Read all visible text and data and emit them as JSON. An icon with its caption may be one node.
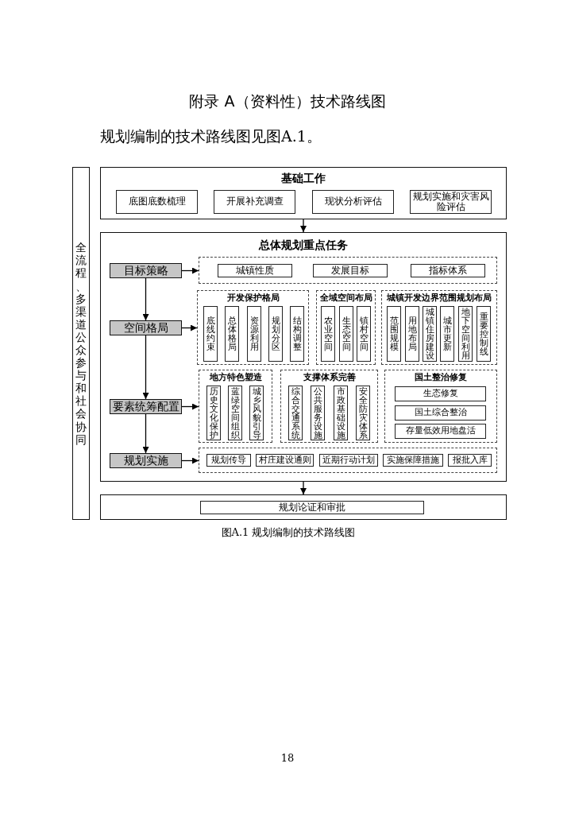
{
  "diagram": {
    "title": "附录 A（资料性）技术路线图",
    "caption": "图A.1 规划编制的技术路线图",
    "nodes": [
      {
        "text": [
          "全流程、多渠道公众参与和社会协同"
        ]
      },
      {
        "text": [
          "基础工作"
        ]
      },
      {
        "text": [
          "底图底数梳理"
        ],
        "in": 1
      },
      {
        "text": [
          "开展补充调查"
        ],
        "in": 1
      },
      {
        "text": [
          "现状分析评估"
        ],
        "in": 1
      },
      {
        "text": [
          "规划实施和灾害风险评估"
        ],
        "in": 1
      },
      {
        "text": [
          "总体规划重点任务"
        ]
      },
      {
        "text": [
          "目标策略"
        ],
        "in": 6
      },
      {
        "text": [],
        "shape": "box",
        "in": 6
      },
      {
        "text": [
          "城镇性质"
        ],
        "in": 8
      },
      {
        "text": [
          "发展目标"
        ],
        "in": 8
      },
      {
        "text": [
          "指标体系"
        ],
        "in": 8
      },
      {
        "text": [
          "空间格局"
        ],
        "in": 6
      },
      {
        "text": [
          "开发保护格局"
        ],
        "in": 6
      },
      {
        "text": [
          "底线约束"
        ],
        "in": 13
      },
      {
        "text": [
          "总体格局"
        ],
        "in": 13
      },
      {
        "text": [
          "资源利用"
        ],
        "in": 13
      },
      {
        "text": [
          "规划分区"
        ],
        "in": 13
      },
      {
        "text": [
          "结构调整"
        ],
        "in": 13
      },
      {
        "text": [
          "全域空间布局"
        ],
        "in": 6
      },
      {
        "text": [
          "农业空间"
        ],
        "in": 19
      },
      {
        "text": [
          "生态空间"
        ],
        "in": 19
      },
      {
        "text": [
          "镇村空间"
        ],
        "in": 19
      },
      {
        "text": [
          "城镇开发边界范围规划布局"
        ],
        "in": 6
      },
      {
        "text": [
          "范围规模"
        ],
        "in": 23
      },
      {
        "text": [
          "用地布局"
        ],
        "in": 23
      },
      {
        "text": [
          "城镇住房建设"
        ],
        "in": 23
      },
      {
        "text": [
          "城市更新"
        ],
        "in": 23
      },
      {
        "text": [
          "地下空间利用"
        ],
        "in": 23
      },
      {
        "text": [
          "重要控制线"
        ],
        "in": 23
      },
      {
        "text": [
          "要素统筹配置"
        ],
        "in": 6
      },
      {
        "text": [
          "地方特色塑造"
        ],
        "in": 6
      },
      {
        "text": [
          "历史文化保护"
        ],
        "in": 31
      },
      {
        "text": [
          "蓝绿空间组织"
        ],
        "in": 31
      },
      {
        "text": [
          "城乡风貌引导"
        ],
        "in": 31
      },
      {
        "text": [
          "支撑体系完善"
        ],
        "in": 6
      },
      {
        "text": [
          "综合交通系统"
        ],
        "in": 35
      },
      {
        "text": [
          "公共服务设施"
        ],
        "in": 35
      },
      {
        "text": [
          "市政基础设施"
        ],
        "in": 35
      },
      {
        "text": [
          "安全防灾体系"
        ],
        "in": 35
      },
      {
        "text": [
          "国土整治修复"
        ],
        "in": 6
      },
      {
        "text": [
          "生态修复"
        ],
        "in": 40
      },
      {
        "text": [
          "国土综合整治"
        ],
        "in": 40
      },
      {
        "text": [
          "存量低效用地盘活"
        ],
        "in": 40
      },
      {
        "text": [
          "规划实施"
        ],
        "in": 6
      },
      {
        "text": [],
        "shape": "box",
        "in": 6
      },
      {
        "text": [
          "规划传导"
        ],
        "in": 45
      },
      {
        "text": [
          "村庄建设通则"
        ],
        "in": 45
      },
      {
        "text": [
          "近期行动计划"
        ],
        "in": 45
      },
      {
        "text": [
          "实施保障措施"
        ],
        "in": 45
      },
      {
        "text": [
          "报批入库"
        ],
        "in": 45
      },
      {
        "text": [],
        "shape": "box"
      },
      {
        "text": [
          "规划论证和审批"
        ],
        "in": 51
      }
    ],
    "edges": [
      {
        "from": 1,
        "to": 6,
        "arrow": "to"
      },
      {
        "from": 7,
        "to": 8,
        "arrow": "to"
      },
      {
        "from": 7,
        "to": 12,
        "arrow": "to"
      },
      {
        "from": 12,
        "to": 13,
        "arrow": "to"
      },
      {
        "from": 12,
        "to": 30,
        "arrow": "to"
      },
      {
        "from": 30,
        "to": 31,
        "arrow": "to"
      },
      {
        "from": 30,
        "to": 44,
        "arrow": "to"
      },
      {
        "from": 44,
        "to": 45,
        "arrow": "to"
      },
      {
        "from": 6,
        "to": 51,
        "arrow": "to"
      }
    ],
    "labels": [
      "规划编制的技术路线图见图A.1。",
      "18"
    ]
  }
}
